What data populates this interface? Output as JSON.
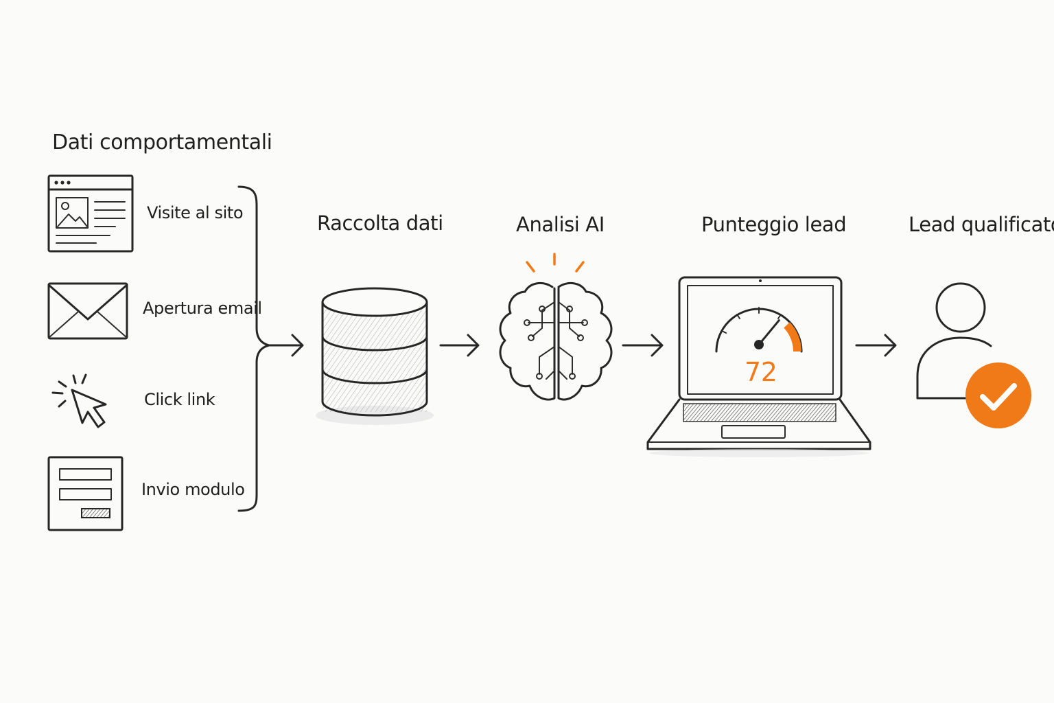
{
  "section_title": "Dati comportamentali",
  "inputs": [
    {
      "label": "Visite al sito",
      "icon": "browser-window-icon"
    },
    {
      "label": "Apertura email",
      "icon": "envelope-icon"
    },
    {
      "label": "Click link",
      "icon": "cursor-click-icon"
    },
    {
      "label": "Invio modulo",
      "icon": "form-icon"
    }
  ],
  "stages": [
    {
      "label": "Raccolta dati",
      "icon": "database-icon"
    },
    {
      "label": "Analisi AI",
      "icon": "brain-circuit-icon"
    },
    {
      "label": "Punteggio lead",
      "icon": "laptop-gauge-icon"
    },
    {
      "label": "Lead qualificato",
      "icon": "user-check-icon"
    }
  ],
  "score": {
    "value": "72",
    "level": 0.72
  },
  "colors": {
    "accent": "#f07a18",
    "ink": "#262626",
    "background": "#fbfbfa"
  }
}
